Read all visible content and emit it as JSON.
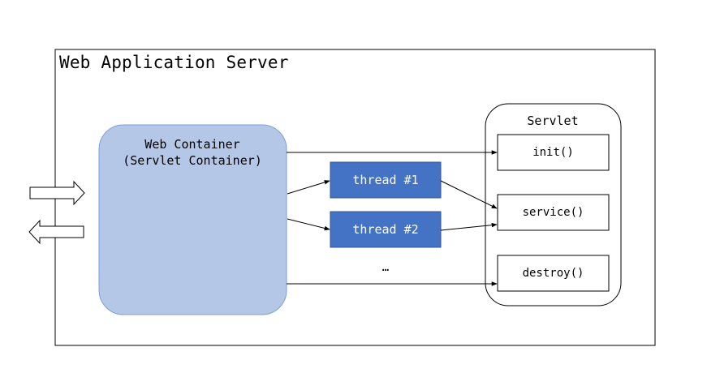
{
  "title": "Web Application Server",
  "web_container": {
    "line1": "Web Container",
    "line2": "(Servlet Container)"
  },
  "threads": [
    {
      "label": "thread #1"
    },
    {
      "label": "thread #2"
    }
  ],
  "ellipsis": "…",
  "servlet": {
    "title": "Servlet",
    "methods": [
      "init()",
      "service()",
      "destroy()"
    ]
  },
  "colors": {
    "container_fill": "#b4c7e7",
    "container_stroke": "#7f9fd4",
    "thread_fill": "#4472c4",
    "thread_stroke": "#2f5597",
    "line": "#000000"
  }
}
